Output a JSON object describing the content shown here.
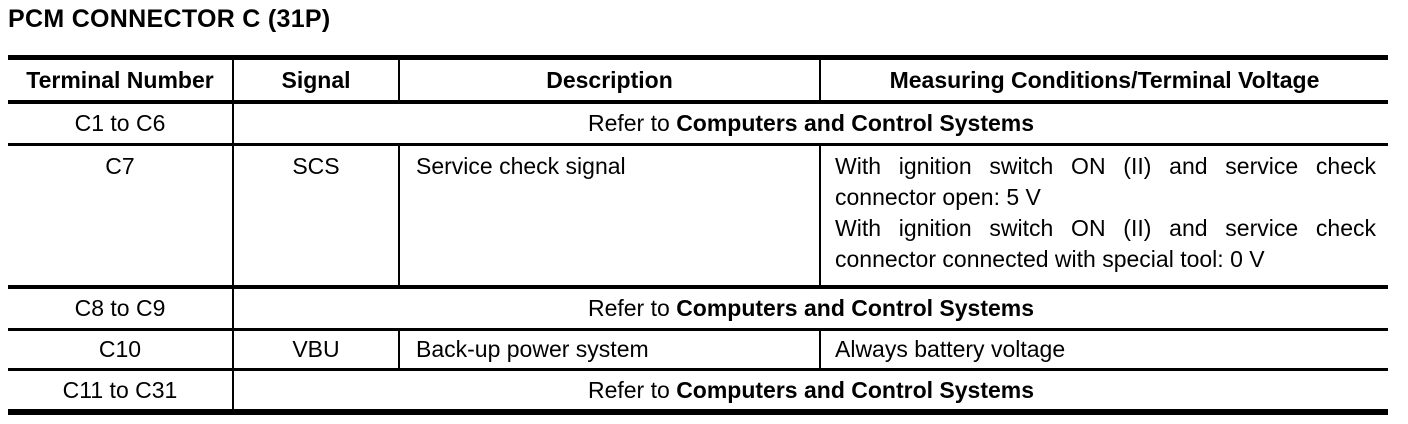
{
  "title": "PCM CONNECTOR C (31P)",
  "colors": {
    "ink": "#000000",
    "paper": "#ffffff"
  },
  "table": {
    "headers": {
      "terminal_number": "Terminal Number",
      "signal": "Signal",
      "description": "Description",
      "measuring_conditions": "Measuring Conditions/Terminal Voltage"
    },
    "refer_note": {
      "prefix": "Refer to ",
      "link": "Computers and Control Systems"
    },
    "rows": [
      {
        "terminal": "C1 to C6",
        "type": "refer"
      },
      {
        "terminal": "C7",
        "signal": "SCS",
        "description": "Service check signal",
        "conditions": [
          "With ignition switch ON (II) and service check connector open: 5 V",
          "With ignition switch ON (II) and service check connector connected with special tool: 0 V"
        ]
      },
      {
        "terminal": "C8 to C9",
        "type": "refer"
      },
      {
        "terminal": "C10",
        "signal": "VBU",
        "description": "Back-up power system",
        "conditions": [
          "Always battery voltage"
        ]
      },
      {
        "terminal": "C11 to C31",
        "type": "refer"
      }
    ]
  }
}
